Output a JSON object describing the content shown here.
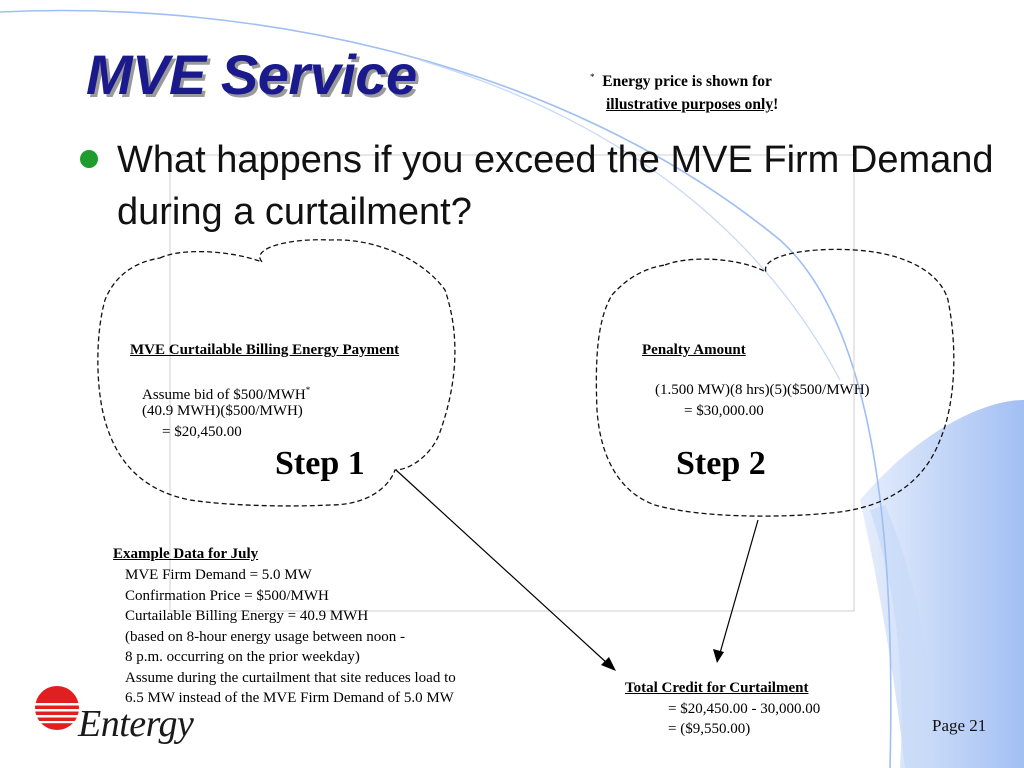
{
  "slide": {
    "title": "MVE Service",
    "note": {
      "star": "*",
      "line1": "Energy price is shown for",
      "line2": "illustrative purposes only",
      "line2_end": "!"
    },
    "bullet": "What happens if you exceed the MVE Firm Demand during a curtailment?",
    "step1": {
      "label": "Step 1",
      "heading": "MVE Curtailable Billing Energy Payment",
      "lines": [
        "Assume bid of $500/MWH",
        "(40.9 MWH)($500/MWH)",
        "= $20,450.00"
      ],
      "star": "*"
    },
    "step2": {
      "label": "Step 2",
      "heading": "Penalty Amount",
      "lines": [
        "(1.500 MW)(8 hrs)(5)($500/MWH)",
        "= $30,000.00"
      ]
    },
    "example": {
      "heading": "Example Data for July",
      "lines": [
        "MVE Firm Demand = 5.0 MW",
        "Confirmation Price = $500/MWH",
        "Curtailable Billing Energy = 40.9 MWH",
        "(based on 8-hour energy usage between noon -",
        "8 p.m. occurring on the prior weekday)",
        "Assume during the curtailment that site reduces load to",
        "6.5 MW instead of the MVE Firm Demand of 5.0 MW"
      ]
    },
    "total": {
      "heading": "Total Credit for Curtailment",
      "lines": [
        "= $20,450.00 - 30,000.00",
        "= ($9,550.00)"
      ]
    },
    "page": "Page 21",
    "logo": {
      "text": "Entergy",
      "icon": "entergy-sun-logo-icon"
    },
    "colors": {
      "title": "#1a1a8c",
      "bullet": "#1e9c2e",
      "swoosh": "#a9c6f5",
      "swoosh_light": "#dce8fb"
    }
  }
}
